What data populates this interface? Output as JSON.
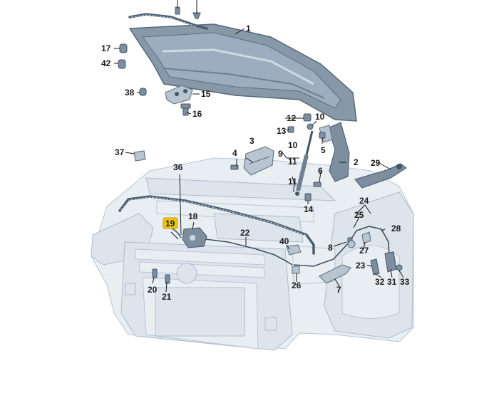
{
  "figure": {
    "callouts": [
      {
        "id": "c1",
        "text": "1"
      },
      {
        "id": "c2",
        "text": "2"
      },
      {
        "id": "c3",
        "text": "3"
      },
      {
        "id": "c4",
        "text": "4"
      },
      {
        "id": "c5",
        "text": "5"
      },
      {
        "id": "c6",
        "text": "6"
      },
      {
        "id": "c7",
        "text": "7"
      },
      {
        "id": "c8",
        "text": "8"
      },
      {
        "id": "c9",
        "text": "9"
      },
      {
        "id": "c10a",
        "text": "10"
      },
      {
        "id": "c10b",
        "text": "10"
      },
      {
        "id": "c11a",
        "text": "11"
      },
      {
        "id": "c11b",
        "text": "11"
      },
      {
        "id": "c12",
        "text": "12"
      },
      {
        "id": "c13",
        "text": "13"
      },
      {
        "id": "c14",
        "text": "14"
      },
      {
        "id": "c15",
        "text": "15"
      },
      {
        "id": "c16",
        "text": "16"
      },
      {
        "id": "c17",
        "text": "17"
      },
      {
        "id": "c18",
        "text": "18"
      },
      {
        "id": "c19",
        "text": "19"
      },
      {
        "id": "c20",
        "text": "20"
      },
      {
        "id": "c21",
        "text": "21"
      },
      {
        "id": "c22",
        "text": "22"
      },
      {
        "id": "c23",
        "text": "23"
      },
      {
        "id": "c24",
        "text": "24"
      },
      {
        "id": "c25",
        "text": "25"
      },
      {
        "id": "c26",
        "text": "26"
      },
      {
        "id": "c27",
        "text": "27"
      },
      {
        "id": "c28",
        "text": "28"
      },
      {
        "id": "c29",
        "text": "29"
      },
      {
        "id": "c31",
        "text": "31"
      },
      {
        "id": "c32",
        "text": "32"
      },
      {
        "id": "c33",
        "text": "33"
      },
      {
        "id": "c36",
        "text": "36"
      },
      {
        "id": "c37",
        "text": "37"
      },
      {
        "id": "c38",
        "text": "38"
      },
      {
        "id": "c40",
        "text": "40"
      },
      {
        "id": "c42",
        "text": "42"
      }
    ],
    "highlight": {
      "callout_id": "c19",
      "color": "#f0c419"
    }
  }
}
